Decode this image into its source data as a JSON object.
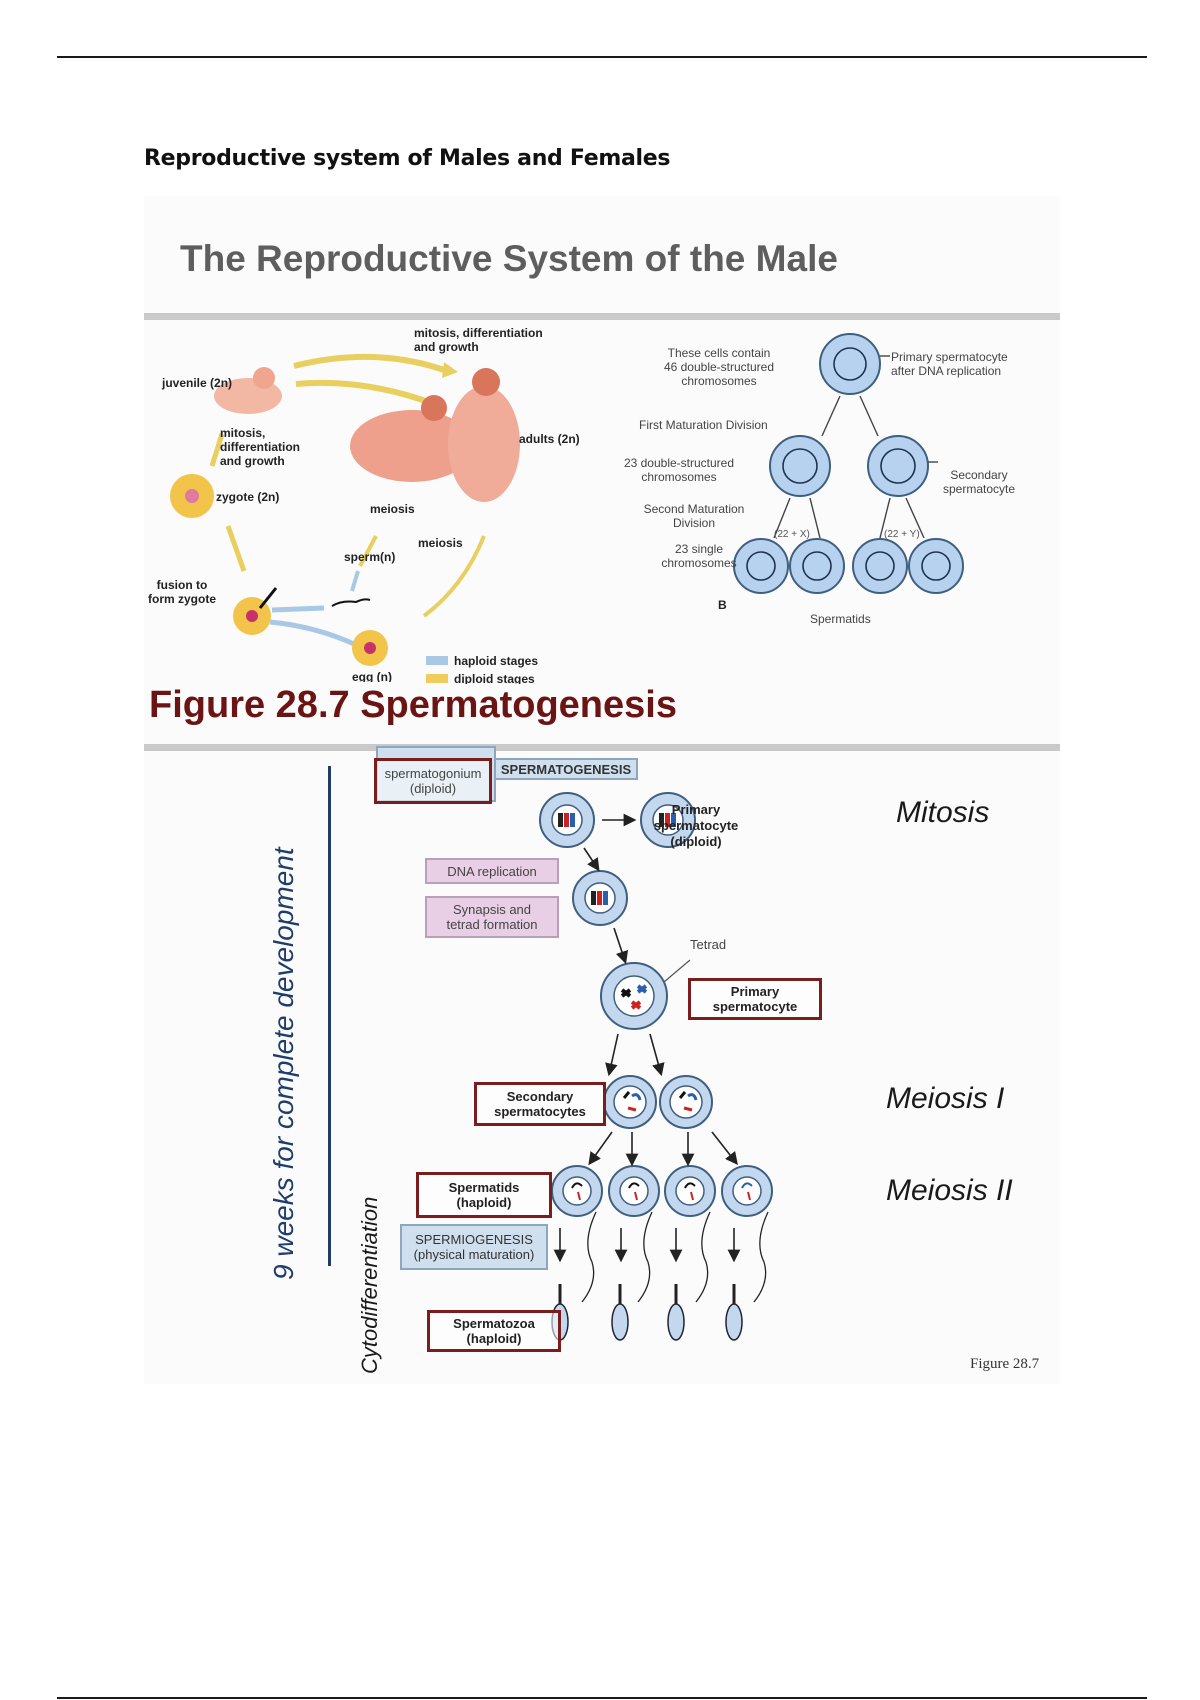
{
  "page": {
    "heading": "Reproductive system of Males and Females"
  },
  "slide1": {
    "title": "The Reproductive System of the Male",
    "life_cycle": {
      "labels": {
        "mitosis_top": "mitosis, differentiation\nand growth",
        "juvenile": "juvenile (2n)",
        "mitosis_left": "mitosis,\ndifferentiation\nand growth",
        "adults": "adults (2n)",
        "zygote": "zygote (2n)",
        "meiosis_1": "meiosis",
        "meiosis_2": "meiosis",
        "sperm": "sperm(n)",
        "fusion": "fusion to\nform zygote",
        "egg": "egg (n)"
      },
      "legend": [
        {
          "label": "haploid stages",
          "color": "#a9c8e6"
        },
        {
          "label": "diploid stages",
          "color": "#f0cc5c"
        }
      ]
    },
    "meiosis_diagram": {
      "labels": {
        "cells_contain": "These cells contain\n46 double-structured\nchromosomes",
        "primary": "Primary spermatocyte\nafter DNA replication",
        "first_division": "First Maturation Division",
        "double_23": "23 double-structured\nchromosomes",
        "secondary": "Secondary\nspermatocyte",
        "second_division": "Second Maturation\nDivision",
        "single_23": "23 single\nchromosomes",
        "x_label": "(22 + X)",
        "y_label": "(22 + Y)",
        "panel": "B",
        "spermatids": "Spermatids"
      }
    }
  },
  "slide2": {
    "title": "Figure 28.7  Spermatogenesis",
    "vertical_label": "9 weeks for complete development",
    "cyto_label": "Cytodifferentiation",
    "header_box": "SPERMATOGENESIS",
    "boxes": {
      "spermatogonium": "spermatogonium\n(diploid)",
      "primary_diploid": "Primary\nspermatocyte\n(diploid)",
      "dna_replication": "DNA replication",
      "synapsis": "Synapsis and\ntetrad formation",
      "tetrad": "Tetrad",
      "primary_spermatocyte": "Primary\nspermatocyte",
      "secondary_spermatocytes": "Secondary\nspermatocytes",
      "spermatids": "Spermatids\n(haploid)",
      "spermiogenesis": "SPERMIOGENESIS\n(physical maturation)",
      "spermatozoa": "Spermatozoa\n(haploid)"
    },
    "stages": [
      "Mitosis",
      "Meiosis I",
      "Meiosis II"
    ],
    "caption": "Figure 28.7"
  }
}
